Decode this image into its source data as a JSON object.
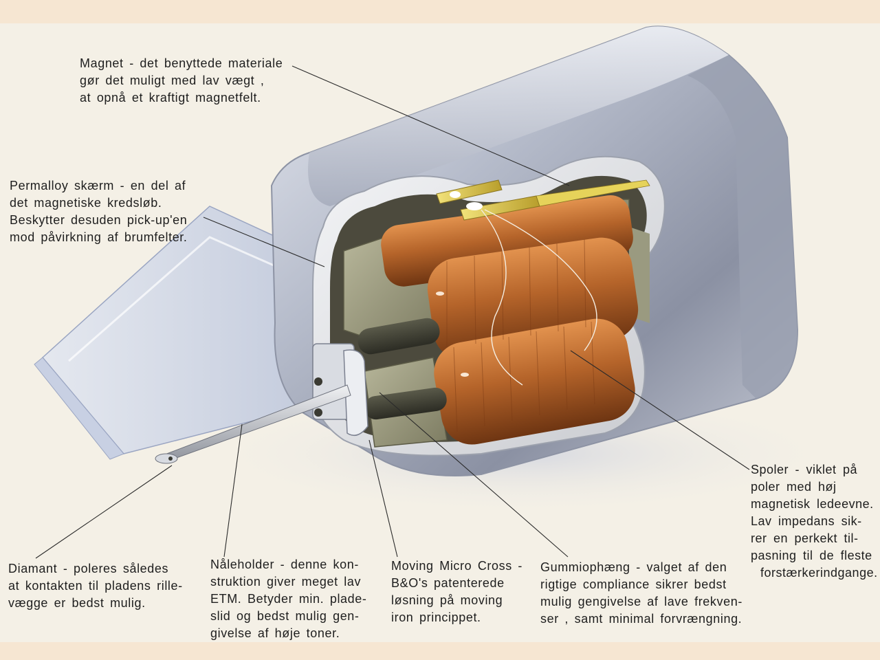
{
  "labels": {
    "magnet": {
      "lines": [
        "Magnet - det benyttede materiale",
        "gør det muligt med lav vægt ,",
        "at opnå et kraftigt magnetfelt."
      ]
    },
    "permalloy": {
      "lines": [
        "Permalloy skærm - en del af",
        "det magnetiske kredsløb.",
        "Beskytter desuden pick-up'en",
        "mod påvirkning af brumfelter."
      ]
    },
    "spoler": {
      "lines": [
        "Spoler - viklet på",
        "poler med høj",
        "magnetisk ledeevne.",
        "Lav impedans sik-",
        "rer en perkekt til-",
        "pasning til de fleste",
        "forstærkerindgange."
      ]
    },
    "diamant": {
      "lines": [
        "Diamant - poleres således",
        "at kontakten til pladens rille-",
        "vægge er bedst mulig."
      ]
    },
    "naaleholder": {
      "lines": [
        "Nåleholder - denne kon-",
        "struktion giver meget lav",
        "ETM. Betyder min. plade-",
        "slid og bedst mulig gen-",
        "givelse af høje toner."
      ]
    },
    "moving": {
      "lines": [
        "Moving Micro Cross -",
        "B&O's patenterede",
        "løsning på moving",
        "iron princippet."
      ]
    },
    "gummi": {
      "lines": [
        "Gummiophæng - valget af den",
        "rigtige compliance sikrer bedst",
        "mulig gengivelse af lave frekven-",
        "ser , samt minimal forvrængning."
      ]
    }
  },
  "colors": {
    "page_border": "#f6e6d2",
    "panel": "#f4f0e6",
    "housing": "#b6bccb",
    "copper": "#b5642a",
    "brass": "#d9c34a",
    "text": "#1e1e1e"
  }
}
